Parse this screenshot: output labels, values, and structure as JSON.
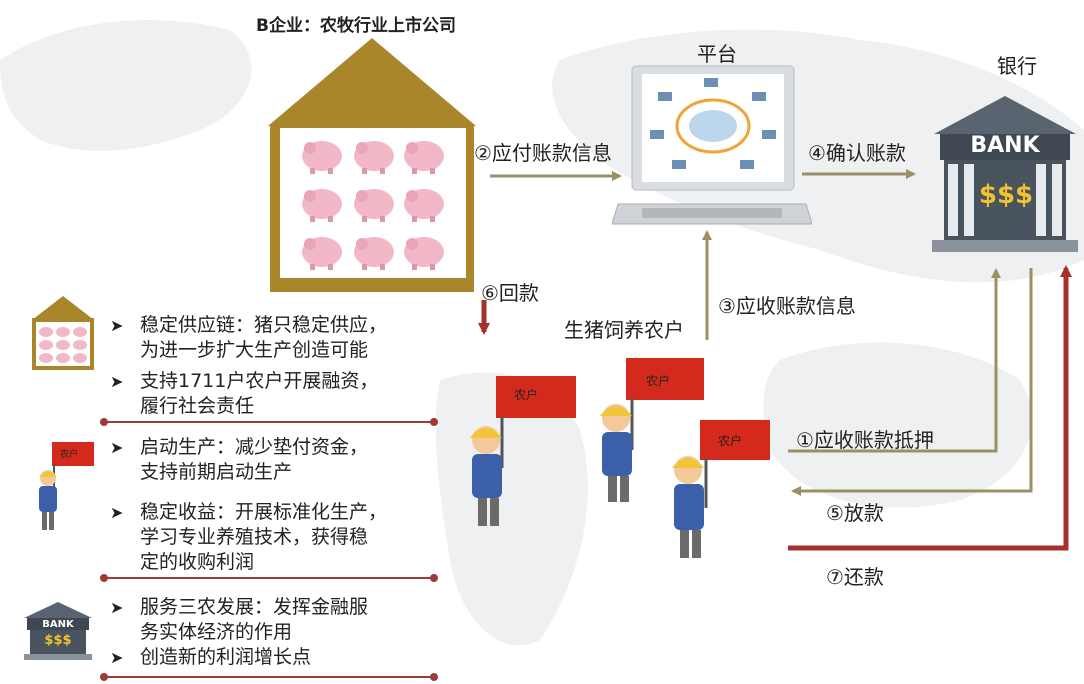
{
  "company_title": "B企业：农牧行业上市公司",
  "platform_label": "平台",
  "bank_label": "银行",
  "bank_sign": "BANK",
  "bank_dollars": "$$$",
  "farmers_label": "生猪饲养农户",
  "flag_text": "农户",
  "flows": {
    "step1": "①应收账款抵押",
    "step2": "②应付账款信息",
    "step3": "③应收账款信息",
    "step4": "④确认账款",
    "step5": "⑤放款",
    "step6": "⑥回款",
    "step7": "⑦还款"
  },
  "benefits": {
    "company": [
      [
        "稳定供应链：猪只稳定供应，",
        "为进一步扩大生产创造可能"
      ],
      [
        "支持1711户农户开展融资，",
        "履行社会责任"
      ]
    ],
    "farmers": [
      [
        "启动生产：减少垫付资金，",
        "支持前期启动生产"
      ],
      [
        "稳定收益：开展标准化生产，",
        "学习专业养殖技术，获得稳",
        "定的收购利润"
      ]
    ],
    "bank": [
      [
        "服务三农发展：发挥金融服",
        "务实体经济的作用"
      ],
      [
        "创造新的利润增长点"
      ]
    ]
  },
  "colors": {
    "house": "#a9862a",
    "olive_arrow": "#9a9066",
    "red_arrow": "#a5302e",
    "divider": "#9e3b36",
    "flag": "#d42a1e",
    "bank_body": "#46505a"
  }
}
